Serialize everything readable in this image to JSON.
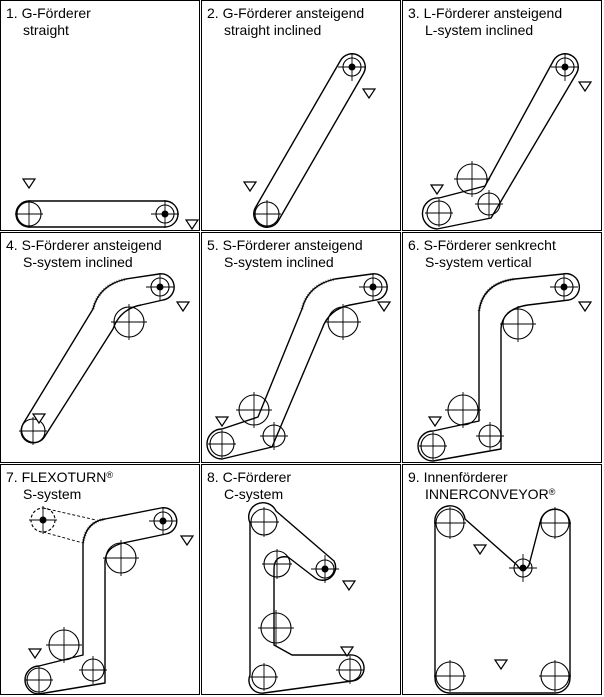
{
  "cells": [
    {
      "number": "1.",
      "title": "G-Förderer",
      "subtitle": "straight",
      "mark": ""
    },
    {
      "number": "2.",
      "title": "G-Förderer ansteigend",
      "subtitle": "straight inclined",
      "mark": ""
    },
    {
      "number": "3.",
      "title": "L-Förderer ansteigend",
      "subtitle": "L-system inclined",
      "mark": ""
    },
    {
      "number": "4.",
      "title": "S-Förderer ansteigend",
      "subtitle": "S-system inclined",
      "mark": ""
    },
    {
      "number": "5.",
      "title": "S-Förderer ansteigend",
      "subtitle": "S-system inclined",
      "mark": ""
    },
    {
      "number": "6.",
      "title": "S-Förderer senkrecht",
      "subtitle": "S-system vertical",
      "mark": ""
    },
    {
      "number": "7.",
      "title": "FLEXOTURN",
      "subtitle": "S-system",
      "mark": "®"
    },
    {
      "number": "8.",
      "title": "C-Förderer",
      "subtitle": "C-system",
      "mark": ""
    },
    {
      "number": "9.",
      "title": "Innenförderer",
      "subtitle": "INNERCONVEYOR",
      "mark": "®"
    }
  ],
  "icons": {
    "roller": "roller-icon",
    "drive": "drive-roller-icon",
    "marker": "triangle-marker-icon"
  }
}
